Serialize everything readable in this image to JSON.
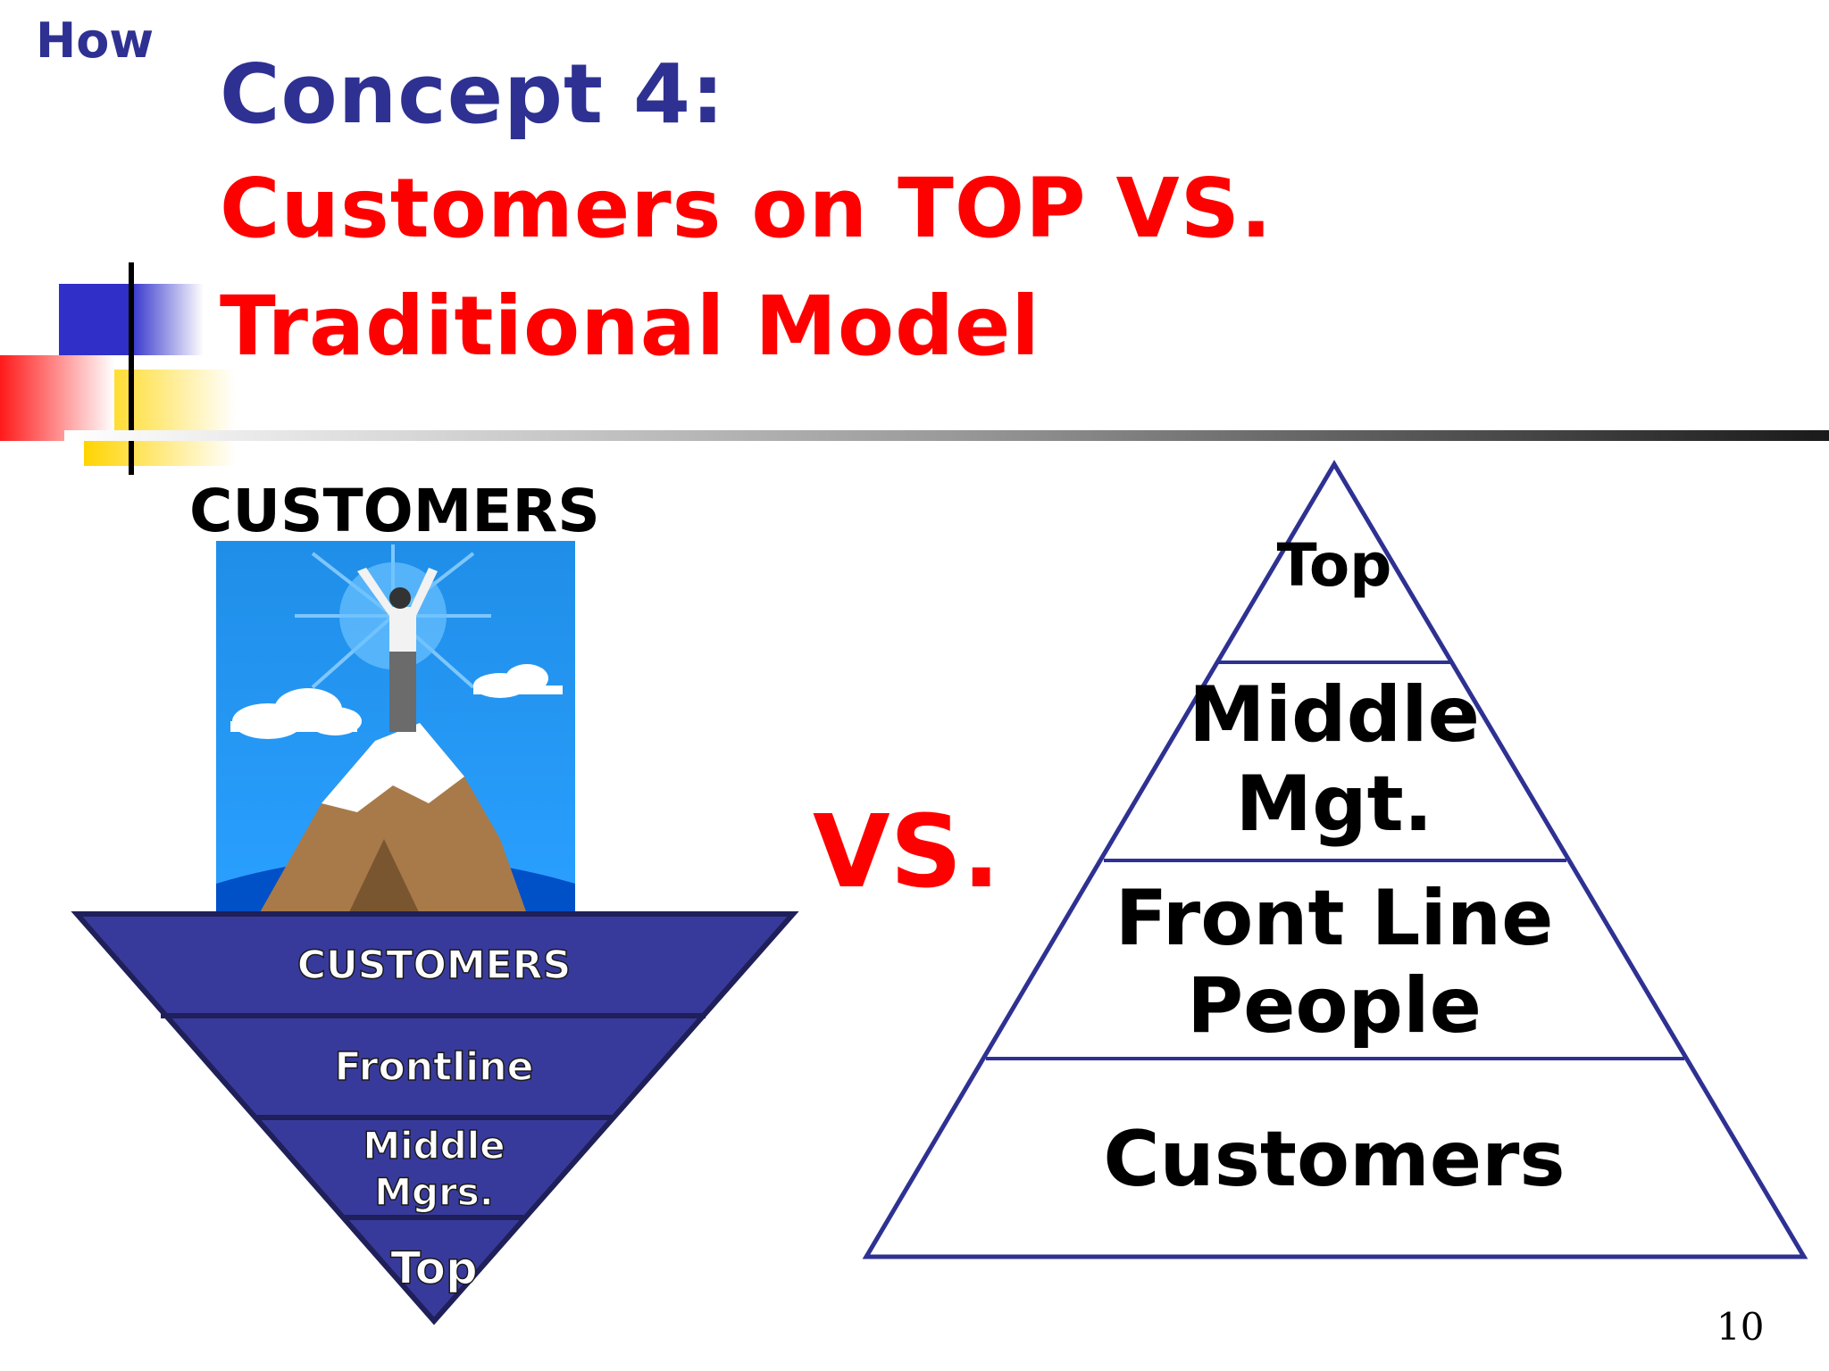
{
  "header": {
    "corner_label": "How",
    "title_line1": "Concept 4:",
    "title_line2": "Customers on TOP VS.",
    "title_line3": "Traditional Model",
    "title_color": "#2e3192",
    "accent_color": "#ff0000"
  },
  "left_model": {
    "caption": "CUSTOMERS",
    "illustration": "person-on-mountain-peak-clipart",
    "tiers": [
      "CUSTOMERS",
      "Frontline",
      "Middle",
      "Mgrs.",
      "Top"
    ],
    "fill_color": "#383a9b"
  },
  "comparison_label": "VS.",
  "right_model": {
    "tiers": [
      "Top",
      "Middle",
      "Mgt.",
      "Front Line",
      "People",
      "Customers"
    ],
    "stroke_color": "#2e3192"
  },
  "footer": {
    "page_number": "10"
  }
}
